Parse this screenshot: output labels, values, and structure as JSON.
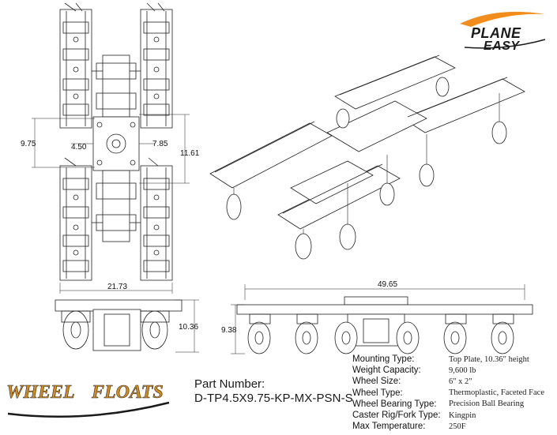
{
  "logos": {
    "top_right_line1": "PLANE",
    "top_right_line2": "EASY",
    "bottom_left_word1": "WHEEL",
    "bottom_left_word2": "FLOATS",
    "orange": "#f28c1a",
    "dark": "#1a1a1a"
  },
  "dimensions": {
    "top_view_height_left": "9.75",
    "top_view_width_left": "4.50",
    "top_view_width_right": "7.85",
    "top_view_height_right": "11.61",
    "top_view_overall_width": "21.73",
    "side_view_height": "10.36",
    "front_view_overall_width": "49.65",
    "front_view_height": "9.38"
  },
  "part": {
    "label": "Part Number:",
    "number": "D-TP4.5X9.75-KP-MX-PSN-S"
  },
  "specs": [
    {
      "label": "Mounting Type:",
      "value": "Top Plate, 10.36\" height"
    },
    {
      "label": "Weight Capacity:",
      "value": "9,600 lb"
    },
    {
      "label": "Wheel Size:",
      "value": "6\" x 2\""
    },
    {
      "label": "Wheel Type:",
      "value": "Thermoplastic, Faceted Face"
    },
    {
      "label": "Wheel Bearing Type:",
      "value": "Precision Ball Bearing"
    },
    {
      "label": "Caster Rig/Fork Type:",
      "value": "Kingpin"
    },
    {
      "label": "Max Temperature:",
      "value": "250F"
    }
  ]
}
